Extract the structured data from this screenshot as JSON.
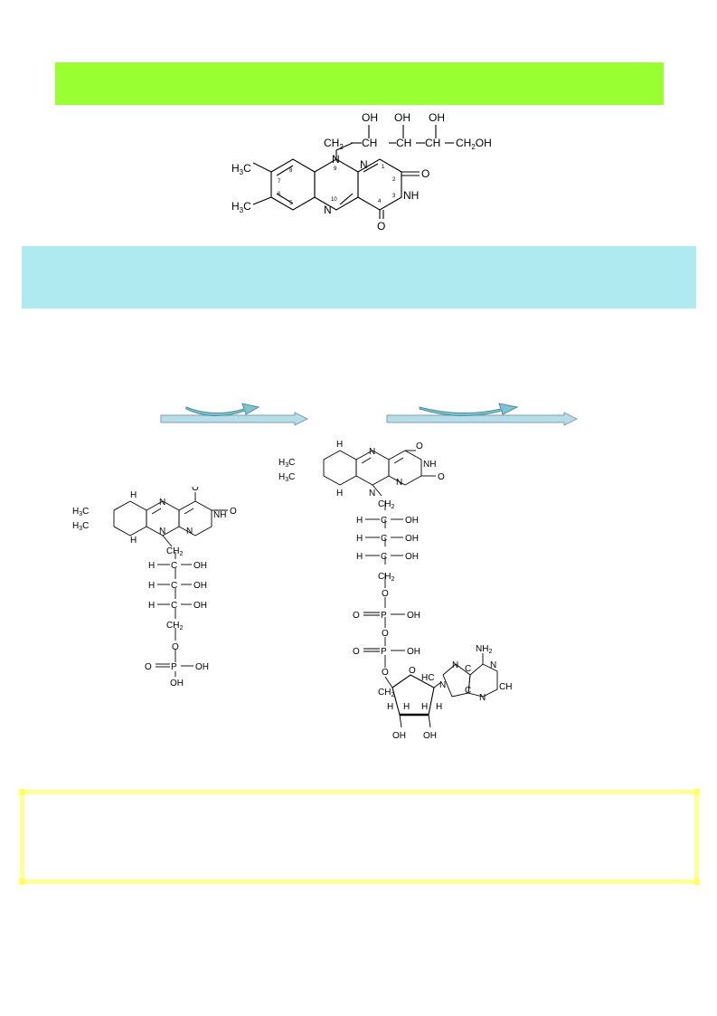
{
  "riboflavin": {
    "oh": "OH",
    "ch2": "CH",
    "ch": "CH",
    "ch2oh": "CH",
    "ch2oh_tail": "OH",
    "h3c": "H",
    "c": "C",
    "n": "N",
    "nh": "NH",
    "o": "O",
    "num_9": "9",
    "num_1": "1",
    "num_2": "2",
    "num_3": "3",
    "num_4": "4",
    "num_10": "10",
    "num_5": "5",
    "num_6": "6",
    "num_7": "7",
    "num_8": "8",
    "sub_2": "2",
    "sub_3": "3"
  },
  "fmn": {
    "h": "H",
    "c": "C",
    "n": "N",
    "nh": "NH",
    "o": "O",
    "oh": "OH",
    "ch2": "CH",
    "p": "P",
    "sub_2": "2",
    "sub_3": "3"
  },
  "fad": {
    "h": "H",
    "c": "C",
    "n": "N",
    "nh": "NH",
    "nh2": "NH",
    "hc": "HC",
    "ch": "CH",
    "o": "O",
    "oh": "OH",
    "ch2": "CH",
    "p": "P",
    "sub_2": "2",
    "sub_3": "3"
  },
  "colors": {
    "green_banner": "#99ff33",
    "blue_banner": "#afeaf0",
    "yellow_border": "#ffff99",
    "arrow_fill": "#b8dce8",
    "curved_arrow_fill": "#7fc4d2"
  }
}
